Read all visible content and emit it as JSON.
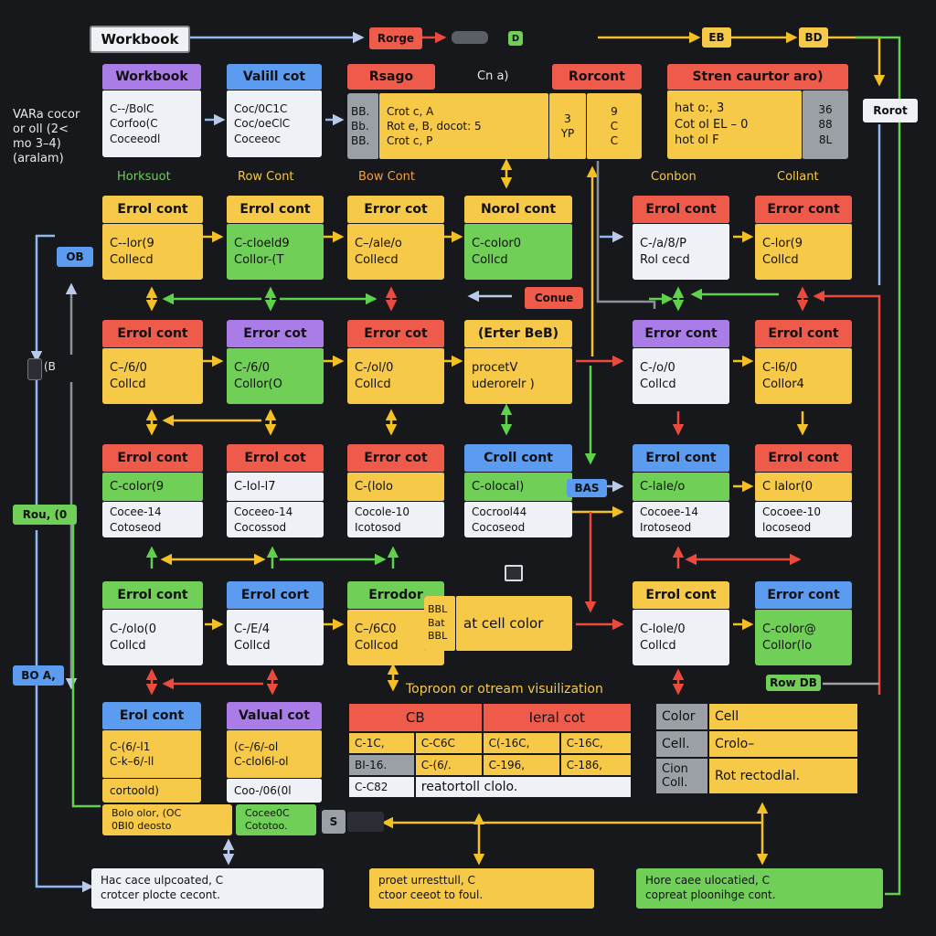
{
  "colors": {
    "background": "#16181c",
    "yellow": "#f7c948",
    "red": "#ef5b4a",
    "green": "#6fcf57",
    "blue": "#5b9cf0",
    "purple": "#a97ce8",
    "white": "#eef1f6",
    "grey": "#9aa0a6",
    "arrow_yellow": "#f5c026",
    "arrow_green": "#5fd14a",
    "arrow_red": "#ec4a3c",
    "arrow_blue": "#8fb7f2"
  },
  "top_bar": {
    "workbook_tag": "Workbook",
    "range_tag": "Rorge",
    "small_tag": "D",
    "eb_tag": "EB",
    "bd_tag": "BD",
    "rorot_tag": "Rorot"
  },
  "row1": {
    "workbook": {
      "title": "Workbook",
      "lines": [
        "C--/BolC",
        "Corfoo(C",
        "Coceeodl"
      ]
    },
    "valid": {
      "title": "Valill cot",
      "lines": [
        "Coc/0C1C",
        "Coc/oeClC",
        "Coceeoc"
      ]
    },
    "range": {
      "title": "Rsago",
      "side": [
        "BB.",
        "Bb.",
        "BB."
      ],
      "lines": [
        "Crot c, A",
        "Rot e, B, docot: 5",
        "Crot c, P"
      ],
      "right": [
        "9",
        "C",
        "C"
      ],
      "mid": [
        "3",
        "",
        "YP"
      ]
    },
    "on_label": "Cn a)",
    "rorcont": {
      "title": "Rorcont"
    },
    "stream": {
      "title": "Stren caurtor  aro)",
      "lines": [
        "hat o:, 3",
        "Cot ol EL  – 0",
        "hot ol F"
      ],
      "side": [
        "36",
        "88",
        "8L"
      ]
    },
    "left_caption": [
      "VARa cocor",
      "or oll (2<",
      "mo 3–4)",
      "(aralam)"
    ]
  },
  "section_labels": {
    "horksuot": "Horksuot",
    "rowcont": "Row Cont",
    "bowcont": "Bow Cont",
    "conbon": "Conbon",
    "collant": "Collant"
  },
  "grid_rows": [
    [
      {
        "title": "Errol cont",
        "hdr": "yellow",
        "b1": "yellow",
        "lines": [
          "C--lor(9",
          "Collecd"
        ]
      },
      {
        "title": "Errol cont",
        "hdr": "yellow",
        "b1": "green",
        "lines": [
          "C-cloeld9",
          "Collor-(T"
        ]
      },
      {
        "title": "Error cot",
        "hdr": "yellow",
        "b1": "yellow",
        "lines": [
          "C–/ale/o",
          "Collecd"
        ]
      },
      {
        "title": "Norol cont",
        "hdr": "yellow",
        "b1": "green",
        "lines": [
          "C-color0",
          "Collcd"
        ]
      },
      {
        "title": "Errol cont",
        "hdr": "red",
        "b1": "white",
        "lines": [
          "C-/a/8/P",
          "Rol cecd"
        ]
      },
      {
        "title": "Error cont",
        "hdr": "red",
        "b1": "yellow",
        "lines": [
          "C-lor(9",
          "Collcd"
        ]
      }
    ],
    [
      {
        "title": "Errol cont",
        "hdr": "red",
        "b1": "yellow",
        "lines": [
          "C–/6/0",
          "Collcd"
        ]
      },
      {
        "title": "Error cot",
        "hdr": "purple",
        "b1": "green",
        "lines": [
          "C-/6/0",
          "Collor(O"
        ]
      },
      {
        "title": "Error cot",
        "hdr": "red",
        "b1": "yellow",
        "lines": [
          "C-/ol/0",
          "Collcd"
        ]
      },
      {
        "title": "(Erter BeB)",
        "hdr": "yellow",
        "b1": "yellow",
        "lines": [
          "procetV",
          "uderorelr )"
        ]
      },
      {
        "title": "Error cont",
        "hdr": "purple",
        "b1": "white",
        "lines": [
          "C-/o/0",
          "Collcd"
        ]
      },
      {
        "title": "Errol cont",
        "hdr": "red",
        "b1": "yellow",
        "lines": [
          "C-l6/0",
          "Collor4"
        ]
      }
    ],
    [
      {
        "title": "Errol cont",
        "hdr": "red",
        "b1": "green",
        "lines": [
          "C-color(9"
        ],
        "lines2": [
          "Cocee-14",
          "Cotoseod"
        ]
      },
      {
        "title": "Errol cot",
        "hdr": "red",
        "b1": "white",
        "lines": [
          "C-lol-l7"
        ],
        "lines2": [
          "Coceeo-14",
          "Cocossod"
        ]
      },
      {
        "title": "Error cot",
        "hdr": "red",
        "b1": "yellow",
        "lines": [
          "C-(lolo"
        ],
        "lines2": [
          "Cocole-10",
          "Icotosod"
        ]
      },
      {
        "title": "Croll cont",
        "hdr": "blue",
        "b1": "green",
        "lines": [
          "C-olocal)"
        ],
        "lines2": [
          "Cocrool44",
          "Cocoseod"
        ]
      },
      {
        "title": "Errol cont",
        "hdr": "blue",
        "b1": "green",
        "lines": [
          "C-lale/o"
        ],
        "lines2": [
          "Cocoee-14",
          "Irotoseod"
        ]
      },
      {
        "title": "Errol cont",
        "hdr": "red",
        "b1": "yellow",
        "lines": [
          "C lalor(0"
        ],
        "lines2": [
          "Cocoee-10",
          "locoseod"
        ]
      }
    ],
    [
      {
        "title": "Errol cont",
        "hdr": "green",
        "b1": "white",
        "lines": [
          "C-/olo(0",
          "Collcd"
        ]
      },
      {
        "title": "Errol cort",
        "hdr": "blue",
        "b1": "white",
        "lines": [
          "C-/E/4",
          "Collcd"
        ]
      },
      {
        "title": "Errodor",
        "hdr": "green",
        "b1": "yellow",
        "lines": [
          "C–/6C0",
          "Collcod"
        ]
      },
      {
        "title": "Errol cont",
        "hdr": "yellow",
        "b1": "white",
        "lines": [
          "C-lole/0",
          "Collcd"
        ]
      },
      {
        "title": "Error cont",
        "hdr": "blue",
        "b1": "green",
        "lines": [
          "C-color@",
          "Collor(lo"
        ]
      }
    ]
  ],
  "side_chips": {
    "ob": "OB",
    "cb": "(B",
    "row": "Rou, (0",
    "boa": "BO A,",
    "bas": "BAS",
    "conue": "Conue",
    "rowdb": "Row DB"
  },
  "cell_color_box": {
    "side": [
      "BBL",
      "Bat",
      "BBL"
    ],
    "text": "at cell color"
  },
  "bottom_row": {
    "b1": {
      "title": "Erol cont",
      "lines": [
        "C-(6/-l1",
        "C-k–6/-ll"
      ],
      "footer": "cortoold)"
    },
    "b2": {
      "title": "Valual cot",
      "lines": [
        "(c–/6/-ol",
        "C-clol6l-ol"
      ],
      "footer": "Coo-/06(0l"
    },
    "foot_left": [
      "Bolo olor, (OC",
      "0BI0 deosto"
    ],
    "foot_left2": [
      "Cocee0C",
      "Cototoo."
    ],
    "s_chip": "S"
  },
  "topron_caption": "Toproon or otream visuilization",
  "big_table": {
    "headers": [
      "CB",
      "Ieral cot"
    ],
    "rows": [
      [
        "C-1C,",
        "C-C6C",
        "C(-16C,",
        "C-16C,"
      ],
      [
        "BI-16.",
        "C-(6/.",
        "C-196,",
        "C-186,"
      ],
      [
        "C-C82",
        "reatortoll clolo."
      ]
    ]
  },
  "color_table": {
    "rows": [
      [
        "Color",
        "Cell"
      ],
      [
        "Cell.",
        "Crolo–"
      ],
      [
        "Cion Coll.",
        "Rot rectodlal."
      ]
    ]
  },
  "footer_notes": {
    "left": [
      "Hac cace ulpcoated, C",
      "crotcer  plocte cecont."
    ],
    "mid": [
      "proet urresttull, C",
      "ctoor  ceeot to foul."
    ],
    "right": [
      "Hore caee ulocatied, C",
      "copreat  ploonihge cont."
    ]
  }
}
